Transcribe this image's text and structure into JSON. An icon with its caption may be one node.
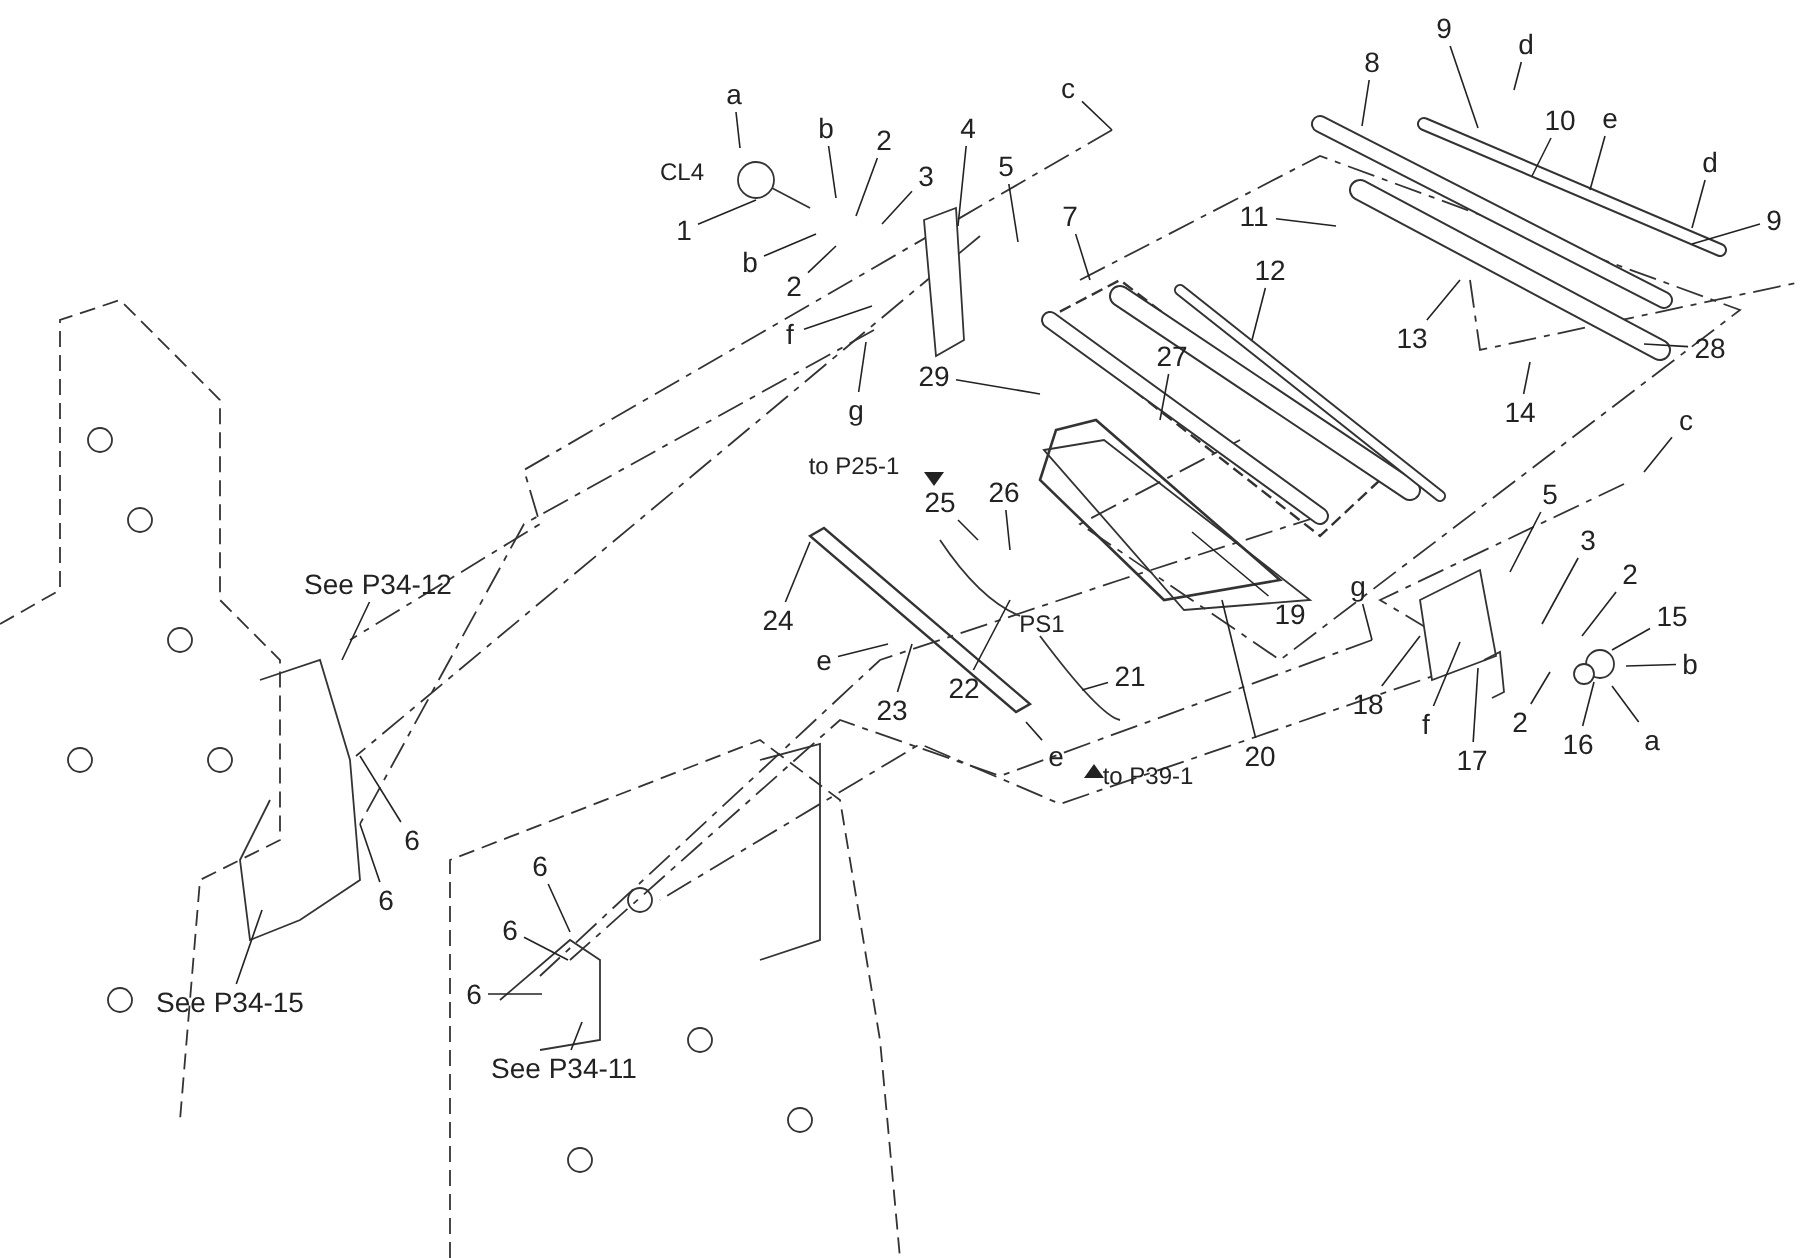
{
  "diagram": {
    "nodes": [
      {
        "text": [
          "a"
        ]
      },
      {
        "text": [
          "1"
        ]
      },
      {
        "text": [
          "b"
        ]
      },
      {
        "text": [
          "2"
        ]
      },
      {
        "text": [
          "b"
        ]
      },
      {
        "text": [
          "2"
        ]
      },
      {
        "text": [
          "3"
        ]
      },
      {
        "text": [
          "4"
        ]
      },
      {
        "text": [
          "5"
        ]
      },
      {
        "text": [
          "c"
        ]
      },
      {
        "text": [
          "7"
        ]
      },
      {
        "text": [
          "f"
        ]
      },
      {
        "text": [
          "g"
        ]
      },
      {
        "text": [
          "29"
        ]
      },
      {
        "text": [
          "8"
        ]
      },
      {
        "text": [
          "9"
        ]
      },
      {
        "text": [
          "d"
        ]
      },
      {
        "text": [
          "10"
        ]
      },
      {
        "text": [
          "e"
        ]
      },
      {
        "text": [
          "d"
        ]
      },
      {
        "text": [
          "9"
        ]
      },
      {
        "text": [
          "11"
        ]
      },
      {
        "text": [
          "12"
        ]
      },
      {
        "text": [
          "13"
        ]
      },
      {
        "text": [
          "27"
        ]
      },
      {
        "text": [
          "28"
        ]
      },
      {
        "text": [
          "14"
        ]
      },
      {
        "text": [
          "c"
        ]
      },
      {
        "text": [
          "5"
        ]
      },
      {
        "text": [
          "3"
        ]
      },
      {
        "text": [
          "2"
        ]
      },
      {
        "text": [
          "15"
        ]
      },
      {
        "text": [
          "b"
        ]
      },
      {
        "text": [
          "a"
        ]
      },
      {
        "text": [
          "16"
        ]
      },
      {
        "text": [
          "2"
        ]
      },
      {
        "text": [
          "17"
        ]
      },
      {
        "text": [
          "f"
        ]
      },
      {
        "text": [
          "18"
        ]
      },
      {
        "text": [
          "g"
        ]
      },
      {
        "text": [
          "19"
        ]
      },
      {
        "text": [
          "20"
        ]
      },
      {
        "text": [
          "21"
        ]
      },
      {
        "text": [
          "e"
        ]
      },
      {
        "text": [
          "24"
        ]
      },
      {
        "text": [
          "e"
        ]
      },
      {
        "text": [
          "23"
        ]
      },
      {
        "text": [
          "22"
        ]
      },
      {
        "text": [
          "25"
        ]
      },
      {
        "text": [
          "26"
        ]
      },
      {
        "text": [
          "See P34-12"
        ]
      },
      {
        "text": [
          "6"
        ]
      },
      {
        "text": [
          "6"
        ]
      },
      {
        "text": [
          "See P34-15"
        ]
      },
      {
        "text": [
          "6"
        ]
      },
      {
        "text": [
          "6"
        ]
      },
      {
        "text": [
          "6"
        ]
      },
      {
        "text": [
          "See P34-11"
        ]
      }
    ],
    "edges": [
      {
        "from": 0,
        "to": null,
        "arrow": "none"
      },
      {
        "from": 1,
        "to": null,
        "arrow": "none"
      },
      {
        "from": 2,
        "to": null,
        "arrow": "none"
      },
      {
        "from": 3,
        "to": null,
        "arrow": "none"
      },
      {
        "from": 4,
        "to": null,
        "arrow": "none"
      },
      {
        "from": 5,
        "to": null,
        "arrow": "none"
      },
      {
        "from": 6,
        "to": null,
        "arrow": "none"
      },
      {
        "from": 7,
        "to": null,
        "arrow": "none"
      },
      {
        "from": 8,
        "to": null,
        "arrow": "none"
      },
      {
        "from": 9,
        "to": null,
        "arrow": "none"
      },
      {
        "from": 10,
        "to": null,
        "arrow": "none"
      },
      {
        "from": 11,
        "to": null,
        "arrow": "none"
      },
      {
        "from": 12,
        "to": null,
        "arrow": "none"
      },
      {
        "from": 13,
        "to": null,
        "arrow": "none"
      },
      {
        "from": 14,
        "to": null,
        "arrow": "none"
      },
      {
        "from": 15,
        "to": null,
        "arrow": "none"
      },
      {
        "from": 16,
        "to": null,
        "arrow": "none"
      },
      {
        "from": 17,
        "to": null,
        "arrow": "none"
      },
      {
        "from": 18,
        "to": null,
        "arrow": "none"
      },
      {
        "from": 19,
        "to": null,
        "arrow": "none"
      },
      {
        "from": 20,
        "to": null,
        "arrow": "none"
      },
      {
        "from": 21,
        "to": null,
        "arrow": "none"
      },
      {
        "from": 22,
        "to": null,
        "arrow": "none"
      },
      {
        "from": 23,
        "to": null,
        "arrow": "none"
      },
      {
        "from": 24,
        "to": null,
        "arrow": "none"
      },
      {
        "from": 25,
        "to": null,
        "arrow": "none"
      },
      {
        "from": 26,
        "to": null,
        "arrow": "none"
      },
      {
        "from": 27,
        "to": null,
        "arrow": "none"
      },
      {
        "from": 28,
        "to": null,
        "arrow": "none"
      },
      {
        "from": 29,
        "to": null,
        "arrow": "none"
      },
      {
        "from": 30,
        "to": null,
        "arrow": "none"
      },
      {
        "from": 31,
        "to": null,
        "arrow": "none"
      },
      {
        "from": 32,
        "to": null,
        "arrow": "none"
      },
      {
        "from": 33,
        "to": null,
        "arrow": "none"
      },
      {
        "from": 34,
        "to": null,
        "arrow": "none"
      },
      {
        "from": 35,
        "to": null,
        "arrow": "none"
      },
      {
        "from": 36,
        "to": null,
        "arrow": "none"
      },
      {
        "from": 37,
        "to": null,
        "arrow": "none"
      },
      {
        "from": 38,
        "to": null,
        "arrow": "none"
      },
      {
        "from": 39,
        "to": null,
        "arrow": "none"
      },
      {
        "from": 40,
        "to": null,
        "arrow": "none"
      },
      {
        "from": 41,
        "to": null,
        "arrow": "none"
      },
      {
        "from": 42,
        "to": null,
        "arrow": "none"
      },
      {
        "from": 43,
        "to": null,
        "arrow": "none"
      },
      {
        "from": 44,
        "to": null,
        "arrow": "none"
      },
      {
        "from": 45,
        "to": null,
        "arrow": "none"
      },
      {
        "from": 46,
        "to": null,
        "arrow": "none"
      },
      {
        "from": 47,
        "to": null,
        "arrow": "none"
      },
      {
        "from": 48,
        "to": null,
        "arrow": "none"
      },
      {
        "from": 49,
        "to": null,
        "arrow": "none"
      },
      {
        "from": 50,
        "to": null,
        "arrow": "none"
      },
      {
        "from": 51,
        "to": null,
        "arrow": "none"
      },
      {
        "from": 52,
        "to": null,
        "arrow": "none"
      },
      {
        "from": 53,
        "to": null,
        "arrow": "none"
      },
      {
        "from": 54,
        "to": null,
        "arrow": "none"
      },
      {
        "from": 55,
        "to": null,
        "arrow": "none"
      },
      {
        "from": 56,
        "to": null,
        "arrow": "none"
      },
      {
        "from": 57,
        "to": null,
        "arrow": "none"
      }
    ],
    "labels": [
      "CL4",
      "to P25-1",
      "PS1",
      "to P39-1"
    ]
  }
}
